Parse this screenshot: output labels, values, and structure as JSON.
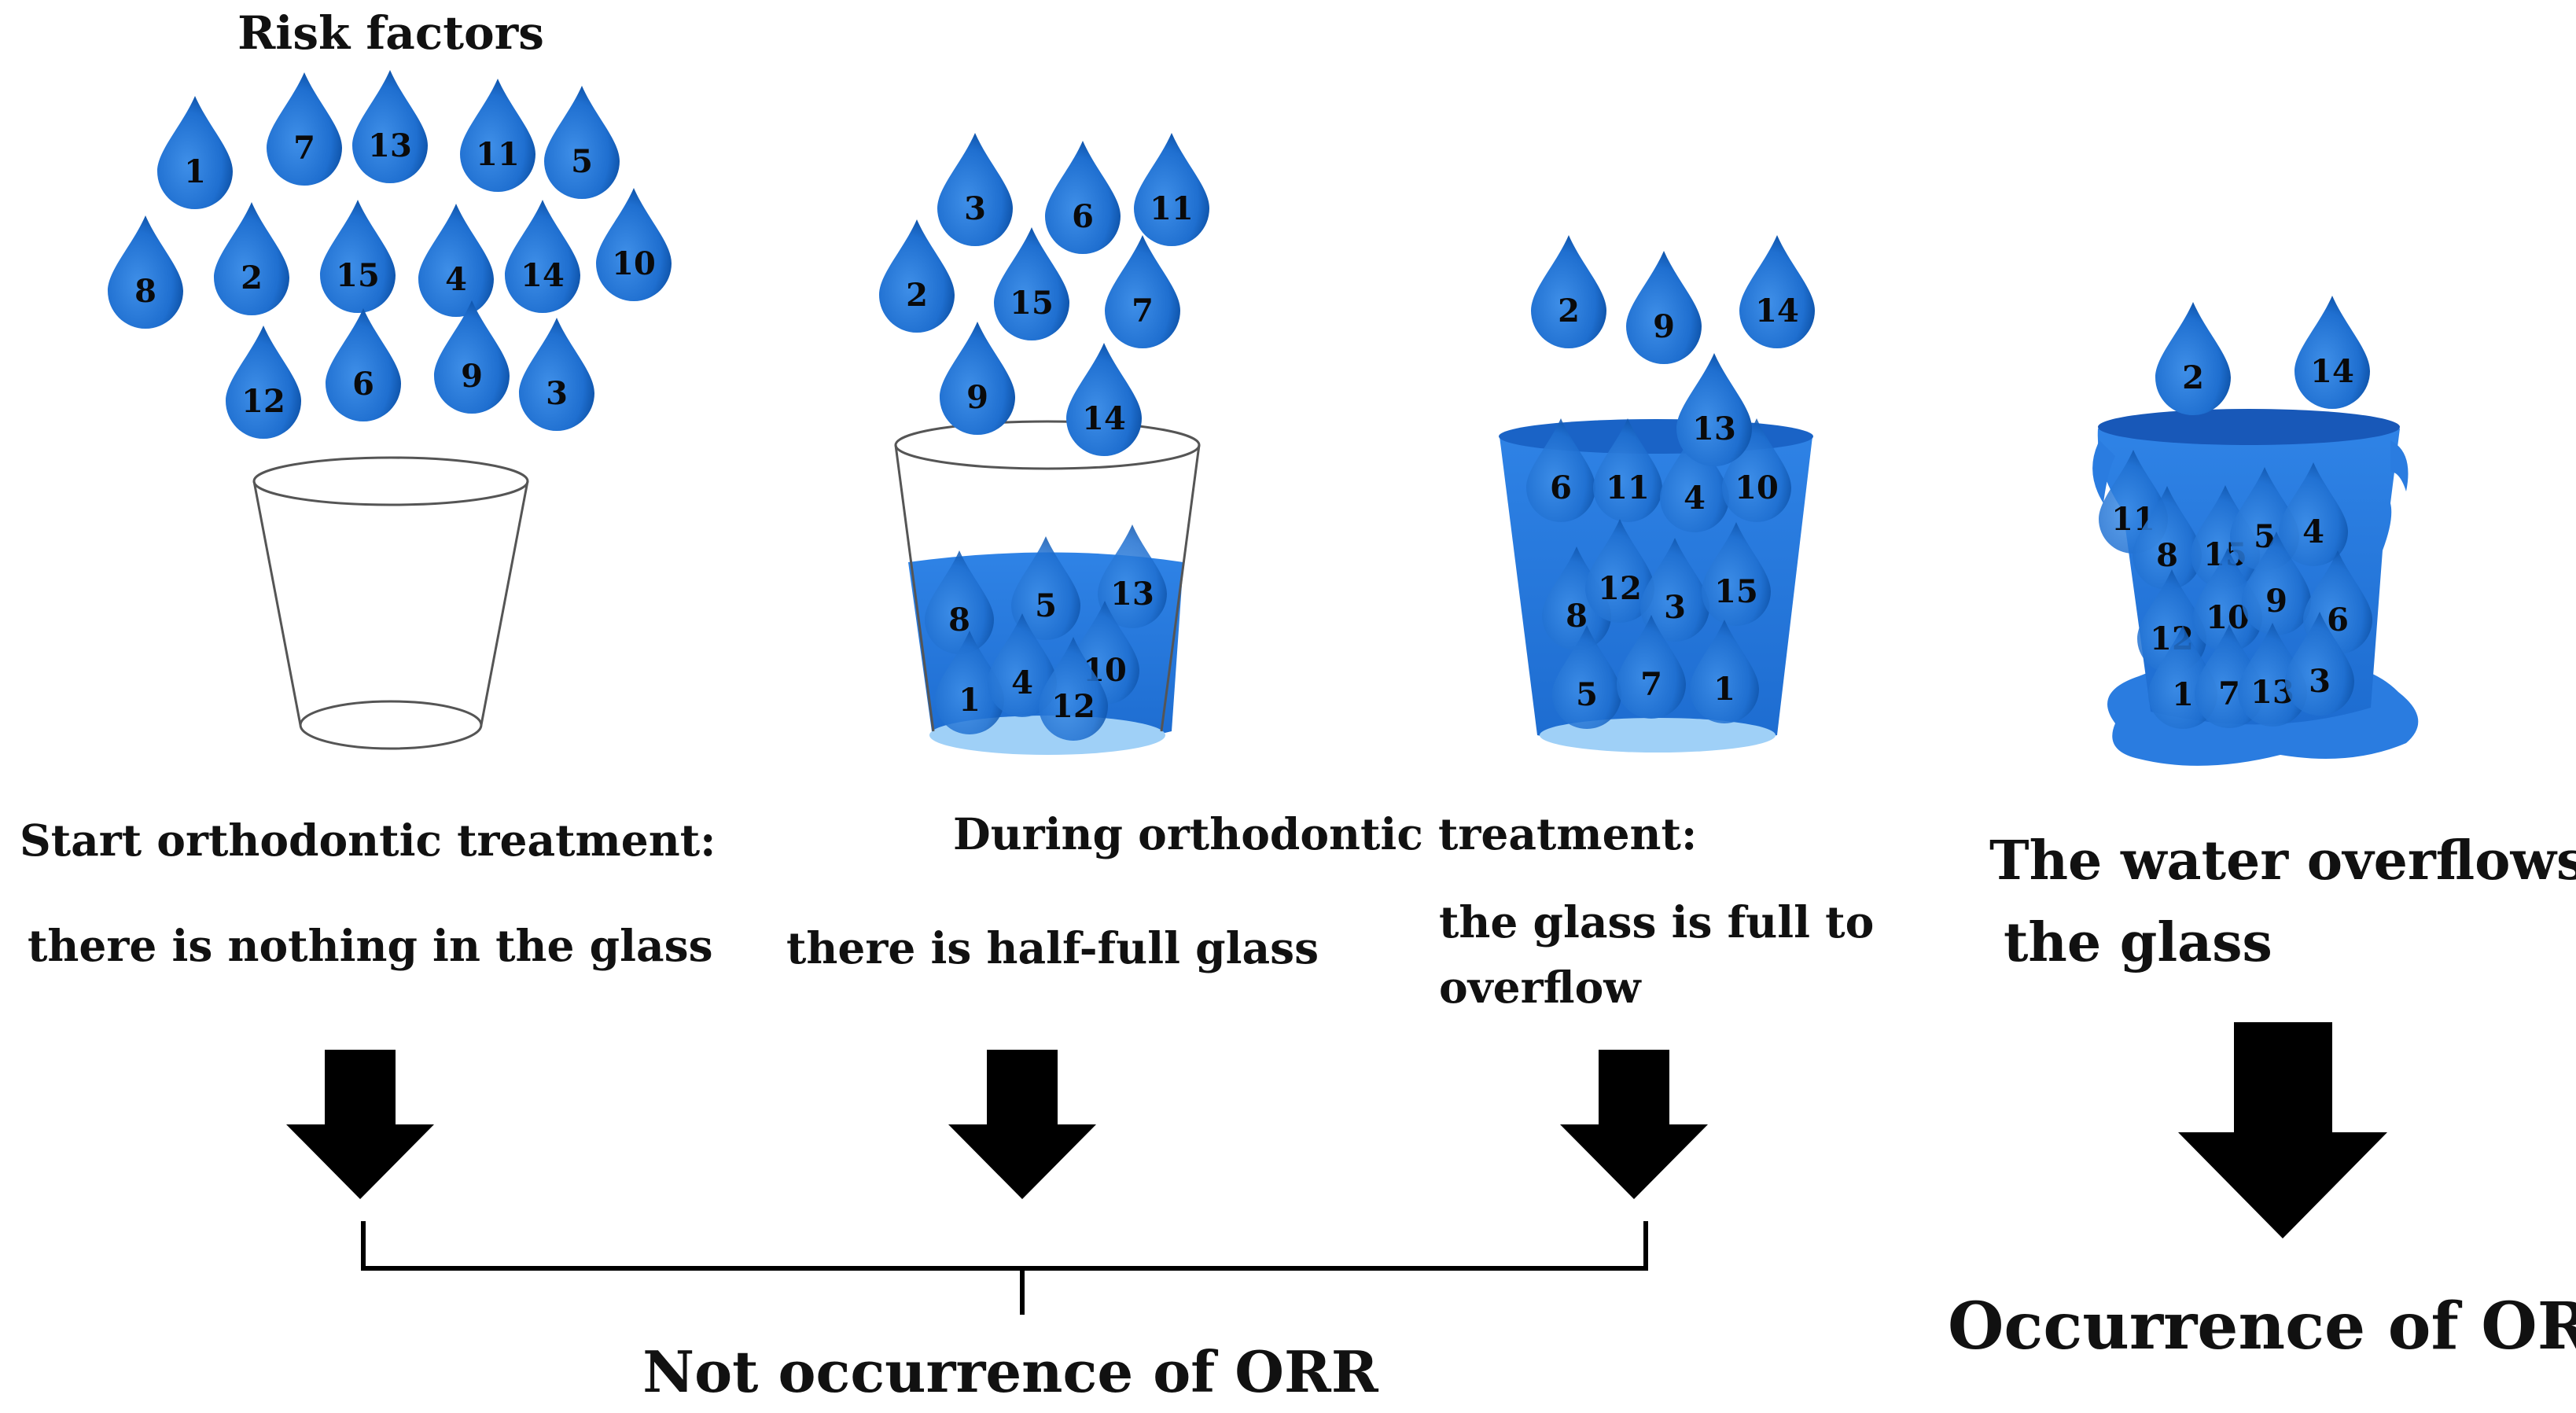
{
  "title": "Risk factors",
  "colors": {
    "drop": "#1f6fd0",
    "drop_dark": "#0b4ea2",
    "water": "#2a7ce0",
    "water_light": "#9fd0f7",
    "glass_line": "#555555",
    "arrow": "#000000",
    "text": "#111111"
  },
  "panels": [
    {
      "caption_heading": "Start orthodontic treatment:",
      "caption_lines": [
        "there is nothing in the glass"
      ],
      "fill": "empty",
      "drops_above": [
        "1",
        "7",
        "13",
        "11",
        "5",
        "8",
        "2",
        "15",
        "4",
        "14",
        "10",
        "12",
        "6",
        "9",
        "3"
      ],
      "drops_in_glass": []
    },
    {
      "caption_heading": "During orthodontic treatment:",
      "caption_lines": [
        "there is half-full glass"
      ],
      "fill": "half",
      "drops_above": [
        "3",
        "6",
        "11",
        "2",
        "15",
        "7",
        "9",
        "14"
      ],
      "drops_in_glass": [
        "8",
        "5",
        "13",
        "1",
        "4",
        "10",
        "12"
      ]
    },
    {
      "caption_heading": "",
      "caption_lines": [
        "the glass is full to",
        "overflow"
      ],
      "fill": "full",
      "drops_above": [
        "2",
        "9",
        "14",
        "13"
      ],
      "drops_in_glass": [
        "6",
        "11",
        "4",
        "10",
        "8",
        "12",
        "3",
        "15",
        "5",
        "7",
        "1"
      ]
    },
    {
      "caption_heading": "",
      "caption_lines": [
        "The water overflows",
        "the glass"
      ],
      "fill": "overflow",
      "drops_above": [
        "2",
        "14"
      ],
      "drops_in_glass": [
        "11",
        "8",
        "15",
        "5",
        "4",
        "12",
        "10",
        "9",
        "6",
        "1",
        "7",
        "13",
        "3"
      ]
    }
  ],
  "outcomes": {
    "not_occurrence": "Not occurrence of ORR",
    "occurrence": "Occurrence of ORR"
  }
}
